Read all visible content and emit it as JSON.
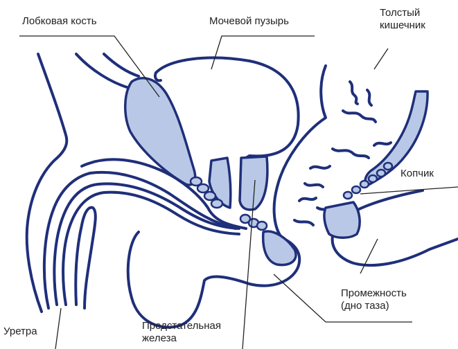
{
  "labels": {
    "pubic_bone": "Лобковая кость",
    "bladder": "Мочевой пузырь",
    "colon": "Толстый\nкишечник",
    "coccyx": "Копчик",
    "perineum": "Промежность\n(дно таза)",
    "prostate": "Предстательная\nжелеза",
    "urethra": "Уретра"
  },
  "colors": {
    "outline": "#1f2f7a",
    "fill": "#b8c8e6",
    "leader": "#222222"
  }
}
